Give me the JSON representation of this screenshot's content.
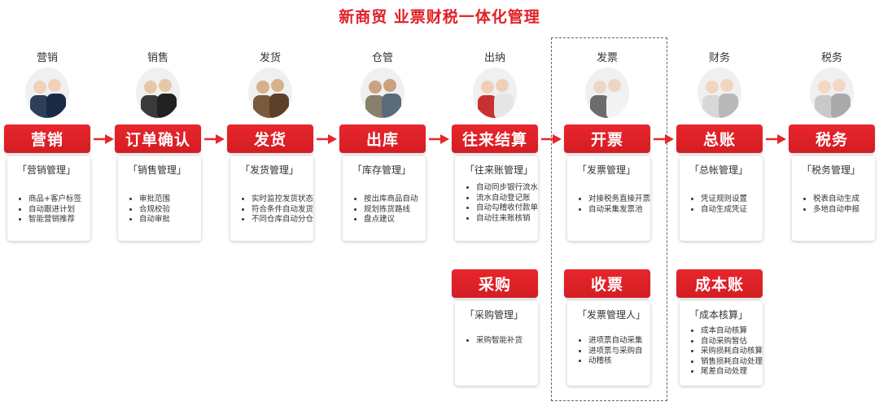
{
  "title": "新商贸 业票财税一体化管理",
  "colors": {
    "accent": "#e02025",
    "stage_bg": "#d91f25",
    "card_bg": "#ffffff",
    "dash": "#666666"
  },
  "columns": [
    {
      "dept": "营销",
      "stage": "营销",
      "card_title": "「营销管理」",
      "items": [
        "商品+客户标签",
        "自动跟进计划",
        "智能营销推荐"
      ]
    },
    {
      "dept": "销售",
      "stage": "订单确认",
      "card_title": "「销售管理」",
      "items": [
        "审批范围",
        "合规校验",
        "自动审批"
      ]
    },
    {
      "dept": "发货",
      "stage": "发货",
      "card_title": "「发货管理」",
      "items": [
        "实时监控发货状态",
        "符合条件自动发货",
        "不同仓库自动分仓"
      ]
    },
    {
      "dept": "仓管",
      "stage": "出库",
      "card_title": "「库存管理」",
      "items": [
        "按出库商品自动",
        "规划拣货路线",
        "盘点建议"
      ]
    },
    {
      "dept": "出纳",
      "stage": "往来结算",
      "card_title": "「往来账管理」",
      "items": [
        "自动同步银行流水",
        "流水自动登记账",
        "自动勾稽收付款单",
        "自动往来账核销"
      ]
    },
    {
      "dept": "发票",
      "stage": "开票",
      "card_title": "「发票管理」",
      "items": [
        "对接税务直接开票",
        "自动采集发票池"
      ]
    },
    {
      "dept": "财务",
      "stage": "总账",
      "card_title": "「总帐管理」",
      "items": [
        "凭证规则设置",
        "自动生成凭证"
      ]
    },
    {
      "dept": "税务",
      "stage": "税务",
      "card_title": "「税务管理」",
      "items": [
        "税表自动生成",
        "多地自动申报"
      ]
    }
  ],
  "lower": [
    {
      "stage": "采购",
      "card_title": "「采购管理」",
      "items": [
        "采购智能补货"
      ]
    },
    {
      "stage": "收票",
      "card_title": "「发票管理人」",
      "items": [
        "进项票自动采集",
        "进项票与采购自",
        "动稽核"
      ]
    },
    {
      "stage": "成本账",
      "card_title": "「成本核算」",
      "items": [
        "成本自动核算",
        "自动采购暂估",
        "采购损耗自动核算",
        "销售损耗自动处理",
        "尾差自动处理"
      ]
    }
  ]
}
